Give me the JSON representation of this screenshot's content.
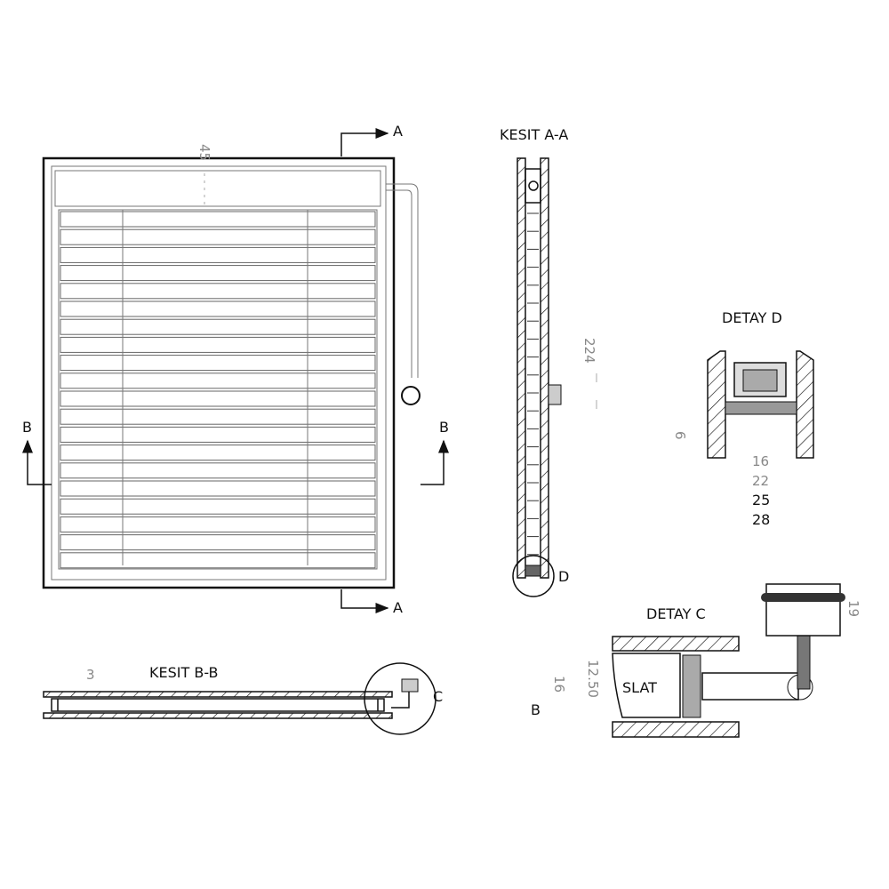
{
  "section_labels": {
    "a_top": "A",
    "a_bottom": "A",
    "b_left": "B",
    "b_right": "B",
    "d_marker": "D",
    "c_marker": "C",
    "b_detail": "B"
  },
  "titles": {
    "section_aa": "KESIT A-A",
    "section_bb": "KESIT B-B",
    "detail_d": "DETAY D",
    "detail_c": "DETAY C"
  },
  "dimensions": {
    "front_header": "45",
    "section_aa_height": "224",
    "detail_d_height": "6",
    "detail_d_w1": "16",
    "detail_d_w2": "22",
    "detail_d_w3": "25",
    "detail_d_w4": "28",
    "section_bb_gap": "3",
    "detail_c_outer": "16",
    "detail_c_inner": "12.50",
    "detail_c_knob": "19"
  },
  "detail_c_part": "SLAT"
}
